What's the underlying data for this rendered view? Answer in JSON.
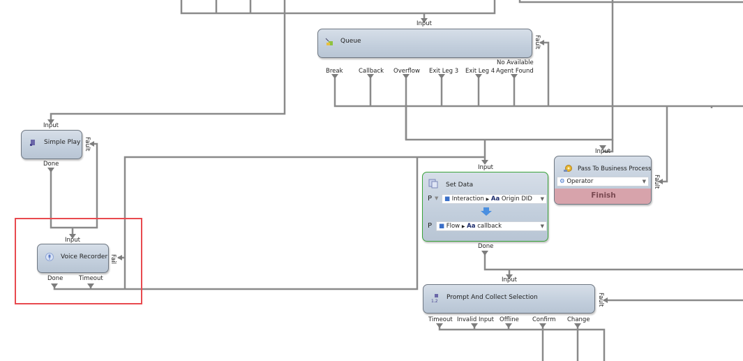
{
  "canvas": {
    "accent_selected_border": "#39a339",
    "highlight_color": "#e84a4f",
    "finish_color": "#d7a3ab"
  },
  "nodes": {
    "queue": {
      "title": "Queue",
      "icon": "queue-icon",
      "input": "Input",
      "fault": "Fault",
      "outputs": [
        "Break",
        "Callback",
        "Overflow",
        "Exit Leg 3",
        "Exit Leg 4"
      ],
      "output_last_line1": "No Available",
      "output_last_line2": "Agent Found"
    },
    "simple_play": {
      "title": "Simple Play",
      "icon": "music-note-icon",
      "input": "Input",
      "fault": "Fault",
      "output": "Done"
    },
    "voice_recorder": {
      "title": "Voice Recorder",
      "icon": "microphone-icon",
      "input": "Input",
      "fail": "Fail",
      "outputs": [
        "Done",
        "Timeout"
      ]
    },
    "set_data": {
      "title": "Set Data",
      "icon": "set-data-icon",
      "input": "Input",
      "output": "Done",
      "source": {
        "mode": "P",
        "scope": "Interaction",
        "field": "Origin DID"
      },
      "target": {
        "mode": "P",
        "scope": "Flow",
        "field": "callback"
      }
    },
    "pass_to_bp": {
      "title": "Pass To Business Process",
      "icon": "gear-icon",
      "input": "Input",
      "fault": "Fault",
      "dropdown_value": "Operator",
      "footer": "Finish"
    },
    "prompt_collect": {
      "title": "Prompt And Collect Selection",
      "icon": "prompt-collect-icon",
      "input": "Input",
      "fault": "Fault",
      "outputs": [
        "Timeout",
        "Invalid Input",
        "Offline",
        "Confirm",
        "Change"
      ]
    }
  }
}
